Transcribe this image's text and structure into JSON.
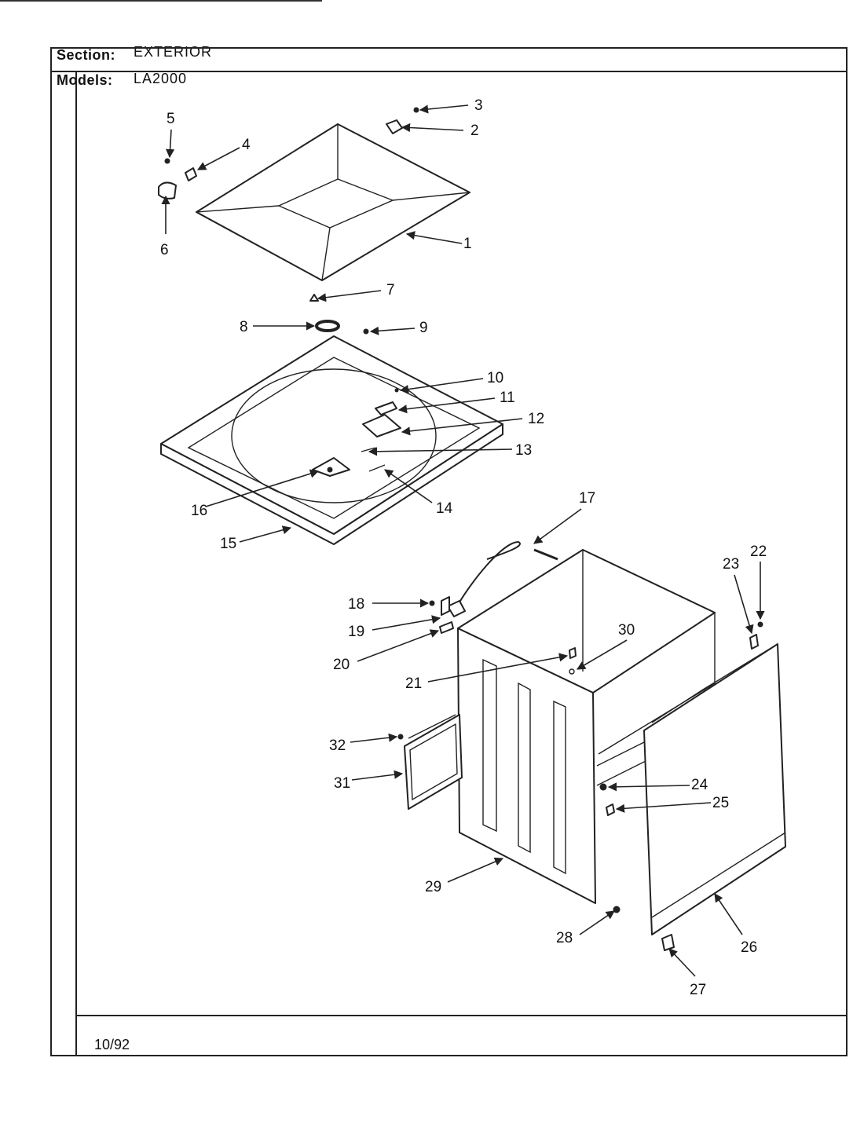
{
  "header": {
    "section_label": "Section:",
    "section_value": "EXTERIOR",
    "models_label": "Models:",
    "models_value": "LA2000"
  },
  "footer": {
    "date": "10/92"
  },
  "callouts": [
    {
      "id": "1"
    },
    {
      "id": "2"
    },
    {
      "id": "3"
    },
    {
      "id": "4"
    },
    {
      "id": "5"
    },
    {
      "id": "6"
    },
    {
      "id": "7"
    },
    {
      "id": "8"
    },
    {
      "id": "9"
    },
    {
      "id": "10"
    },
    {
      "id": "11"
    },
    {
      "id": "12"
    },
    {
      "id": "13"
    },
    {
      "id": "14"
    },
    {
      "id": "15"
    },
    {
      "id": "16"
    },
    {
      "id": "17"
    },
    {
      "id": "18"
    },
    {
      "id": "19"
    },
    {
      "id": "20"
    },
    {
      "id": "21"
    },
    {
      "id": "22"
    },
    {
      "id": "23"
    },
    {
      "id": "24"
    },
    {
      "id": "25"
    },
    {
      "id": "26"
    },
    {
      "id": "27"
    },
    {
      "id": "28"
    },
    {
      "id": "29"
    },
    {
      "id": "30"
    },
    {
      "id": "31"
    },
    {
      "id": "32"
    }
  ]
}
